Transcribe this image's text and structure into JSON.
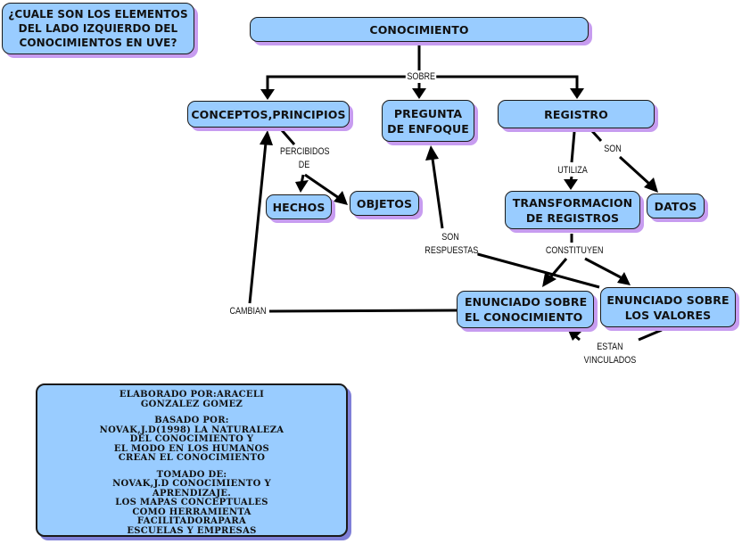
{
  "question_box": {
    "text": "¿CUALE SON LOS ELEMENTOS\nDEL LADO IZQUIERDO DEL\nCONOCIMIENTOS EN UVE?"
  },
  "nodes": {
    "conocimiento": "CONOCIMIENTO",
    "conceptos_principios": "CONCEPTOS,PRINCIPIOS",
    "pregunta_enfoque": "PREGUNTA\nDE ENFOQUE",
    "registro": "REGISTRO",
    "hechos": "HECHOS",
    "objetos": "OBJETOS",
    "transformacion_registros": "TRANSFORMACION\nDE REGISTROS",
    "datos": "DATOS",
    "enunciado_conocimiento": "ENUNCIADO SOBRE\nEL CONOCIMIENTO",
    "enunciado_valores": "ENUNCIADO SOBRE\nLOS VALORES"
  },
  "links": {
    "sobre": "SOBRE",
    "percibidos_de": "PERCIBIDOS\nDE",
    "utiliza": "UTILIZA",
    "son": "SON",
    "son_respuestas": "SON\nRESPUESTAS",
    "constituyen": "CONSTITUYEN",
    "cambian": "CAMBIAN",
    "estan_vinculados": "ESTAN\nVINCULADOS"
  },
  "credits": {
    "elaborado": "ELABORADO POR:ARACELI\nGONZALEZ GOMEZ",
    "basado": "BASADO POR:\nNOVAK,J.D(1998) LA NATURALEZA\nDEL CONOCIMIENTO Y\nEL MODO EN  LOS HUMANOS\nCREAN EL CONOCIMIENTO",
    "tomado": "TOMADO DE:\nNOVAK,J.D CONOCIMIENTO Y\nAPRENDIZAJE.\nLOS MAPAS CONCEPTUALES\nCOMO HERRAMIENTA\nFACILITADORAPARA\nESCUELAS Y EMPRESAS"
  },
  "colors": {
    "node_fill": "#99ccff",
    "node_shadow": "#c79cf0",
    "credits_shadow": "#7f7fd8",
    "line": "#000000"
  }
}
